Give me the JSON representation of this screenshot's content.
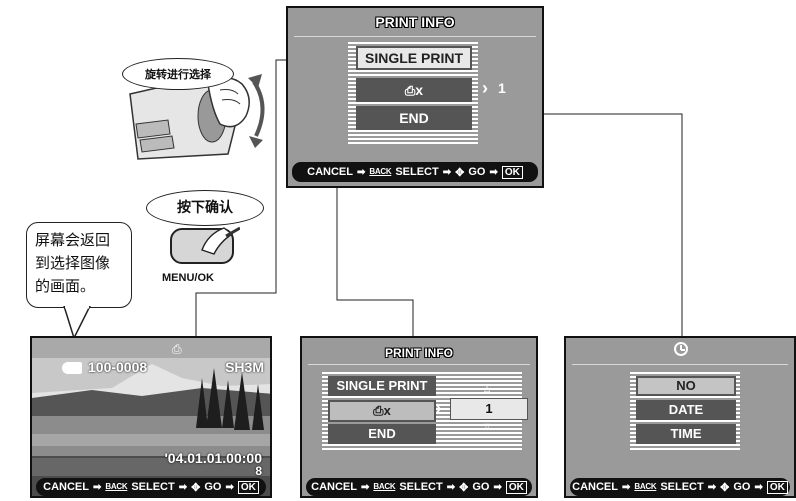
{
  "top_screen": {
    "title": "PRINT INFO",
    "items": [
      "SINGLE PRINT",
      "x",
      "END"
    ],
    "count_arrow": "›",
    "count_value": "1",
    "bottom_bar": {
      "cancel": "CANCEL",
      "back_key": "BACK",
      "select": "SELECT",
      "go": "GO",
      "ok_key": "OK"
    }
  },
  "callout_rotate": {
    "text": "旋转进行选择"
  },
  "callout_press": {
    "text": "按下确认"
  },
  "button_label": "MENU/OK",
  "speech_bubble": {
    "lines": [
      "屏幕会返回",
      "到选择图像",
      "的画面。"
    ]
  },
  "photo_screen": {
    "frame_number": "100-0008",
    "quality": "SH3M",
    "date": "'04.01.01.00:00",
    "count": "8",
    "bottom_bar": {
      "cancel": "CANCEL",
      "back_key": "BACK",
      "select": "SELECT",
      "go": "GO",
      "ok_key": "OK"
    }
  },
  "middle_screen": {
    "title": "PRINT INFO",
    "items": [
      "SINGLE PRINT",
      "x",
      "END"
    ],
    "count_arrow": "›",
    "count_value": "1",
    "bottom_bar": {
      "cancel": "CANCEL",
      "back_key": "BACK",
      "select": "SELECT",
      "go": "GO",
      "ok_key": "OK"
    }
  },
  "right_screen": {
    "items": [
      "NO",
      "DATE",
      "TIME"
    ],
    "bottom_bar": {
      "cancel": "CANCEL",
      "back_key": "BACK",
      "select": "SELECT",
      "go": "GO",
      "ok_key": "OK"
    }
  }
}
